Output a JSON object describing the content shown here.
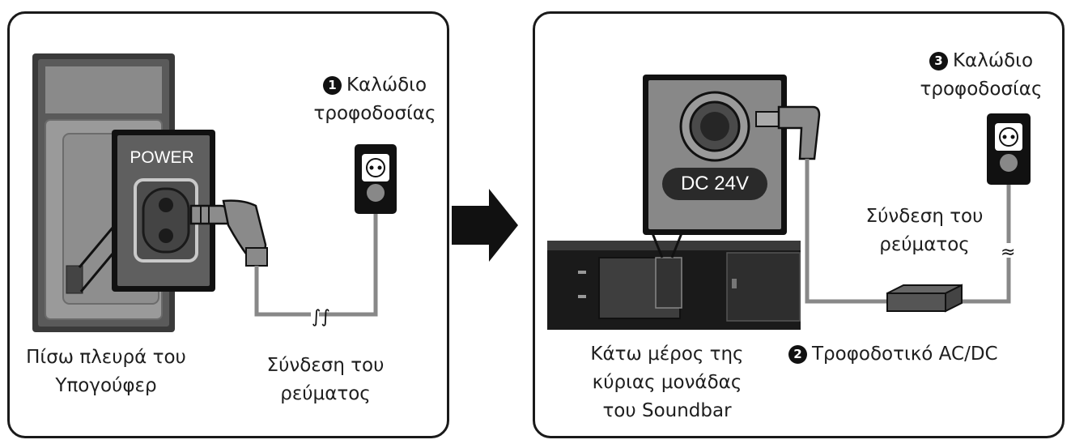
{
  "left": {
    "power_label": "POWER",
    "cable_number": "1",
    "cable_label_line1": "Καλώδιο",
    "cable_label_line2": "τροφοδοσίας",
    "subwoofer_line1": "Πίσω πλευρά του",
    "subwoofer_line2": "Υπογούφερ",
    "connection_line1": "Σύνδεση του",
    "connection_line2": "ρεύματος"
  },
  "right": {
    "dc_label": "DC 24V",
    "cable_number": "3",
    "cable_label_line1": "Καλώδιο",
    "cable_label_line2": "τροφοδοσίας",
    "connection_line1": "Σύνδεση του",
    "connection_line2": "ρεύματος",
    "bottom_line1": "Κάτω μέρος της",
    "bottom_line2": "κύριας μονάδας",
    "bottom_line3": "του Soundbar",
    "adapter_number": "2",
    "adapter_label": "Τροφοδοτικό AC/DC"
  }
}
